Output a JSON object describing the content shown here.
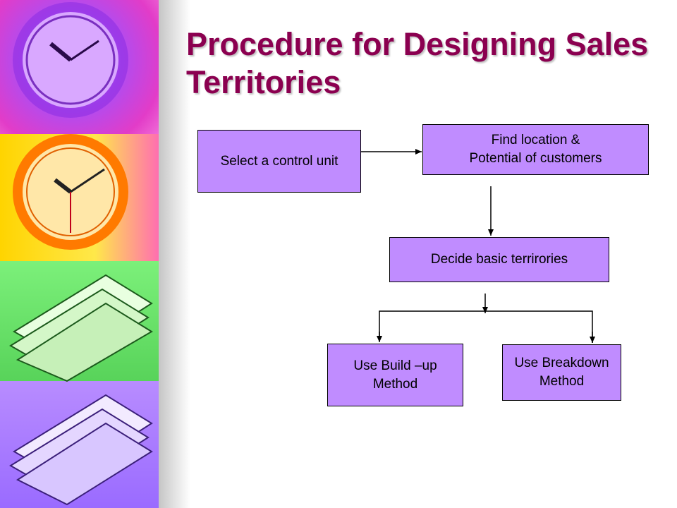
{
  "slide": {
    "title": "Procedure for Designing Sales Territories"
  },
  "flow": {
    "select_control_unit": "Select a control unit",
    "find_location_line1": "Find location &",
    "find_location_line2": "Potential of customers",
    "decide_territories": "Decide basic terrirories",
    "build_up_line1": "Use Build –up",
    "build_up_line2": "Method",
    "breakdown_line1": "Use Breakdown",
    "breakdown_line2": "Method"
  },
  "colors": {
    "title": "#8b0050",
    "box_fill": "#c08cff"
  }
}
